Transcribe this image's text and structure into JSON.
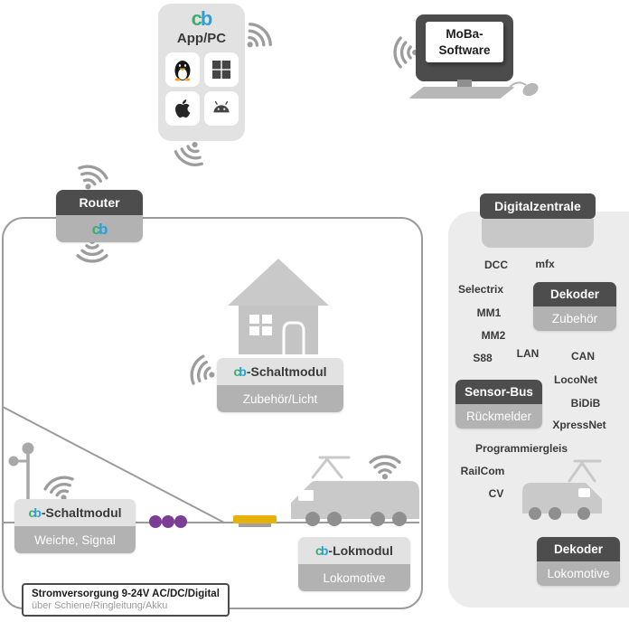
{
  "colors": {
    "green": "#3aae6d",
    "blue": "#2b9fd8",
    "dark": "#4d4d4d",
    "mid": "#b2b2b2",
    "light": "#e2e2e2",
    "panel": "#ececec",
    "text_dark": "#3a3a3a",
    "purple": "#7c3d94",
    "yellow": "#e6b20a",
    "track_grey": "#9b9b9b",
    "icon_grey": "#c9c9c9"
  },
  "brand": {
    "green_letter": "c",
    "blue_letter": "b"
  },
  "app_card": {
    "title": "App/PC",
    "icons": [
      "linux-icon",
      "windows-icon",
      "apple-icon",
      "android-icon"
    ]
  },
  "moba": {
    "line1": "MoBa-",
    "line2": "Software"
  },
  "router": {
    "label": "Router"
  },
  "zentrale": {
    "label": "Digitalzentrale"
  },
  "protocols": [
    "DCC",
    "mfx",
    "Selectrix",
    "MM1",
    "MM2",
    "S88",
    "LAN",
    "CAN",
    "LocoNet",
    "BiDiB",
    "XpressNet",
    "Programmiergleis",
    "RailCom",
    "CV"
  ],
  "modules": {
    "mid": {
      "title": "-Schaltmodul",
      "subtitle": "Zubehör/Licht"
    },
    "left": {
      "title": "-Schaltmodul",
      "subtitle": "Weiche, Signal"
    },
    "lok": {
      "title": "-Lokmodul",
      "subtitle": "Lokomotive"
    },
    "dekoder_top": {
      "title": "Dekoder",
      "subtitle": "Zubehör"
    },
    "sensor": {
      "title": "Sensor-Bus",
      "subtitle": "Rückmelder"
    },
    "dekoder_bottom": {
      "title": "Dekoder",
      "subtitle": "Lokomotive"
    }
  },
  "power_note": {
    "line1": "Stromversorgung 9-24V AC/DC/Digital",
    "line2": "über Schiene/Ringleitung/Akku"
  }
}
